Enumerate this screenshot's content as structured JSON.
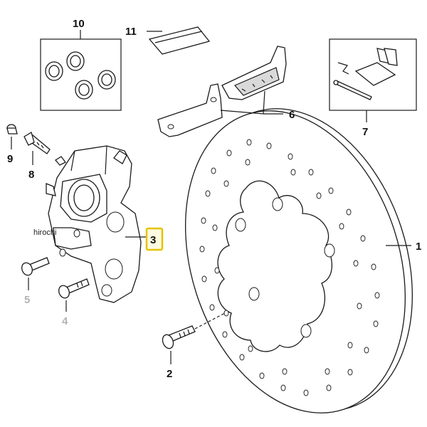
{
  "callouts": {
    "c1": "1",
    "c2": "2",
    "c3": "3",
    "c4": "4",
    "c5": "5",
    "c6": "6",
    "c7": "7",
    "c8": "8",
    "c9": "9",
    "c10": "10",
    "c11": "11"
  },
  "watermark": "hirochi",
  "colors": {
    "highlight_fill": "#fffbe0",
    "highlight_border": "#e6c200",
    "faded_label": "#b3b3b3",
    "line": "#1a1a1a"
  },
  "highlighted_part": "3"
}
